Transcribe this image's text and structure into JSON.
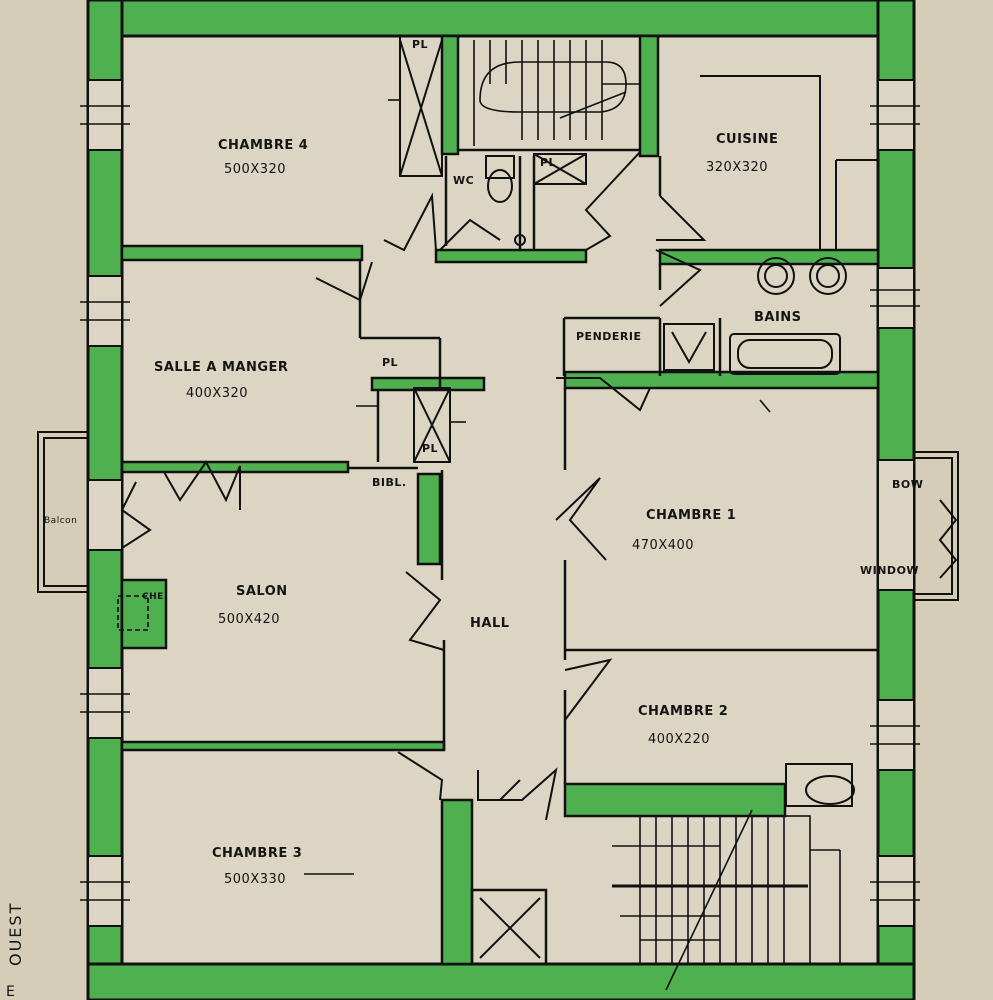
{
  "rooms": {
    "chambre4": {
      "name": "CHAMBRE 4",
      "dim": "500X320"
    },
    "salle_a_manger": {
      "name": "SALLE A MANGER",
      "dim": "400X320"
    },
    "salon": {
      "name": "SALON",
      "dim": "500X420"
    },
    "chambre3": {
      "name": "CHAMBRE 3",
      "dim": "500X330"
    },
    "cuisine": {
      "name": "CUISINE",
      "dim": "320X320"
    },
    "bains": {
      "name": "BAINS"
    },
    "chambre1": {
      "name": "CHAMBRE 1",
      "dim": "470X400"
    },
    "chambre2": {
      "name": "CHAMBRE 2",
      "dim": "400X220"
    },
    "hall": {
      "name": "HALL"
    }
  },
  "labels": {
    "pl": "PL",
    "wc": "WC",
    "penderie": "PENDERIE",
    "bibl": "BIBL.",
    "che": "CHE.",
    "balcon": "Balcon",
    "bow": "BOW",
    "window": "WINDOW",
    "ouest": "OUEST",
    "edge_letter": "E"
  },
  "colors": {
    "wall_fill": "#4fb04f",
    "line": "#111111",
    "paper": "#d9d0bd",
    "interior": "#ddd5c3"
  }
}
